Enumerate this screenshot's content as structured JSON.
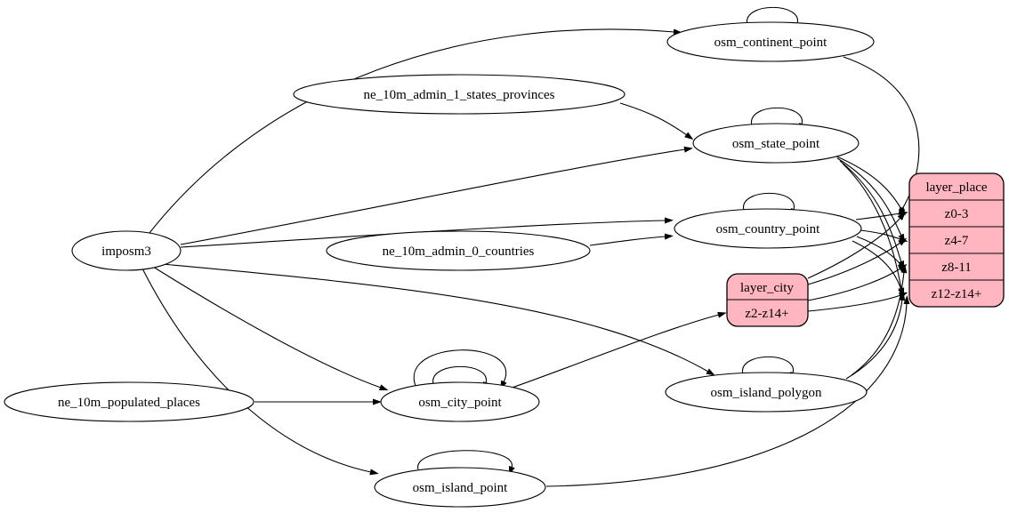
{
  "diagram": {
    "background_color": "#ffffff",
    "node_fill_color": "#ffffff",
    "record_fill_color": "#ffb6c1",
    "line_color": "#000000",
    "nodes": {
      "imposm3": {
        "label": "imposm3"
      },
      "ne_10m_admin_1_states_provinces": {
        "label": "ne_10m_admin_1_states_provinces"
      },
      "ne_10m_admin_0_countries": {
        "label": "ne_10m_admin_0_countries"
      },
      "ne_10m_populated_places": {
        "label": "ne_10m_populated_places"
      },
      "osm_continent_point": {
        "label": "osm_continent_point"
      },
      "osm_state_point": {
        "label": "osm_state_point"
      },
      "osm_country_point": {
        "label": "osm_country_point"
      },
      "osm_city_point": {
        "label": "osm_city_point"
      },
      "osm_island_polygon": {
        "label": "osm_island_polygon"
      },
      "osm_island_point": {
        "label": "osm_island_point"
      }
    },
    "records": {
      "layer_city": {
        "title": "layer_city",
        "rows": [
          "z2-z14+"
        ]
      },
      "layer_place": {
        "title": "layer_place",
        "rows": [
          "z0-3",
          "z4-7",
          "z8-11",
          "z12-z14+"
        ]
      }
    },
    "edges": [
      "imposm3 -> osm_continent_point",
      "imposm3 -> osm_state_point",
      "imposm3 -> osm_country_point",
      "imposm3 -> osm_city_point",
      "imposm3 -> osm_island_polygon",
      "imposm3 -> osm_island_point",
      "ne_10m_admin_1_states_provinces -> osm_state_point",
      "ne_10m_admin_0_countries -> osm_country_point",
      "ne_10m_populated_places -> osm_city_point",
      "osm_continent_point -> osm_continent_point",
      "osm_state_point -> osm_state_point",
      "osm_country_point -> osm_country_point",
      "osm_city_point -> osm_city_point",
      "osm_city_point -> osm_city_point",
      "osm_island_polygon -> osm_island_polygon",
      "osm_island_point -> osm_island_point",
      "osm_continent_point -> layer_place:z0-3",
      "osm_state_point -> layer_place:z0-3",
      "osm_state_point -> layer_place:z4-7",
      "osm_state_point -> layer_place:z8-11",
      "osm_state_point -> layer_place:z12-z14+",
      "osm_country_point -> layer_place:z0-3",
      "osm_country_point -> layer_place:z4-7",
      "osm_country_point -> layer_place:z8-11",
      "osm_country_point -> layer_place:z12-z14+",
      "osm_city_point -> layer_city:z2-z14+",
      "layer_city -> layer_place:z0-3",
      "layer_city -> layer_place:z4-7",
      "layer_city -> layer_place:z8-11",
      "layer_city -> layer_place:z12-z14+",
      "osm_island_polygon -> layer_place:z8-11",
      "osm_island_polygon -> layer_place:z12-z14+",
      "osm_island_point -> layer_place:z12-z14+"
    ]
  }
}
